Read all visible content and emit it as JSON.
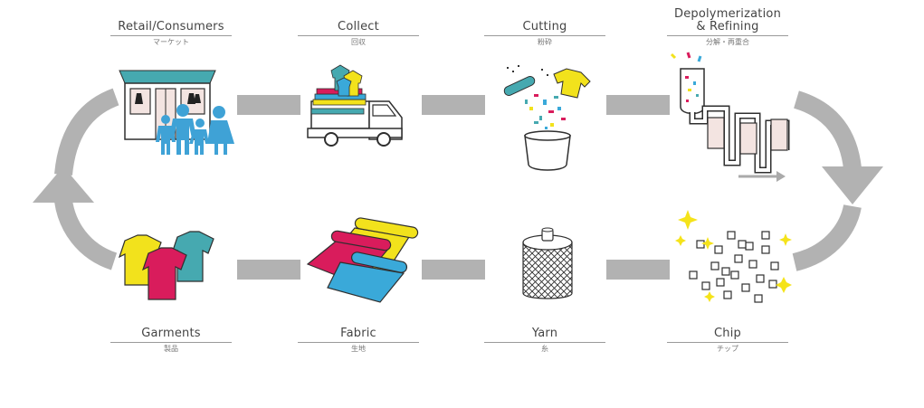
{
  "colors": {
    "connector": "#b2b2b2",
    "teal": "#46a9b0",
    "yellow": "#f2e21c",
    "magenta": "#d91c5c",
    "blue": "#3aa9d9",
    "spark": "#f5e31a"
  },
  "steps": {
    "retail": {
      "en": "Retail/Consumers",
      "jp": "マーケット"
    },
    "collect": {
      "en": "Collect",
      "jp": "回収"
    },
    "cutting": {
      "en": "Cutting",
      "jp": "粉砕"
    },
    "depoly": {
      "en": "Depolymerization",
      "en2": "& Refining",
      "jp": "分解・再重合"
    },
    "garments": {
      "en": "Garments",
      "jp": "製品"
    },
    "fabric": {
      "en": "Fabric",
      "jp": "生地"
    },
    "yarn": {
      "en": "Yarn",
      "jp": "糸"
    },
    "chip": {
      "en": "Chip",
      "jp": "チップ"
    }
  }
}
